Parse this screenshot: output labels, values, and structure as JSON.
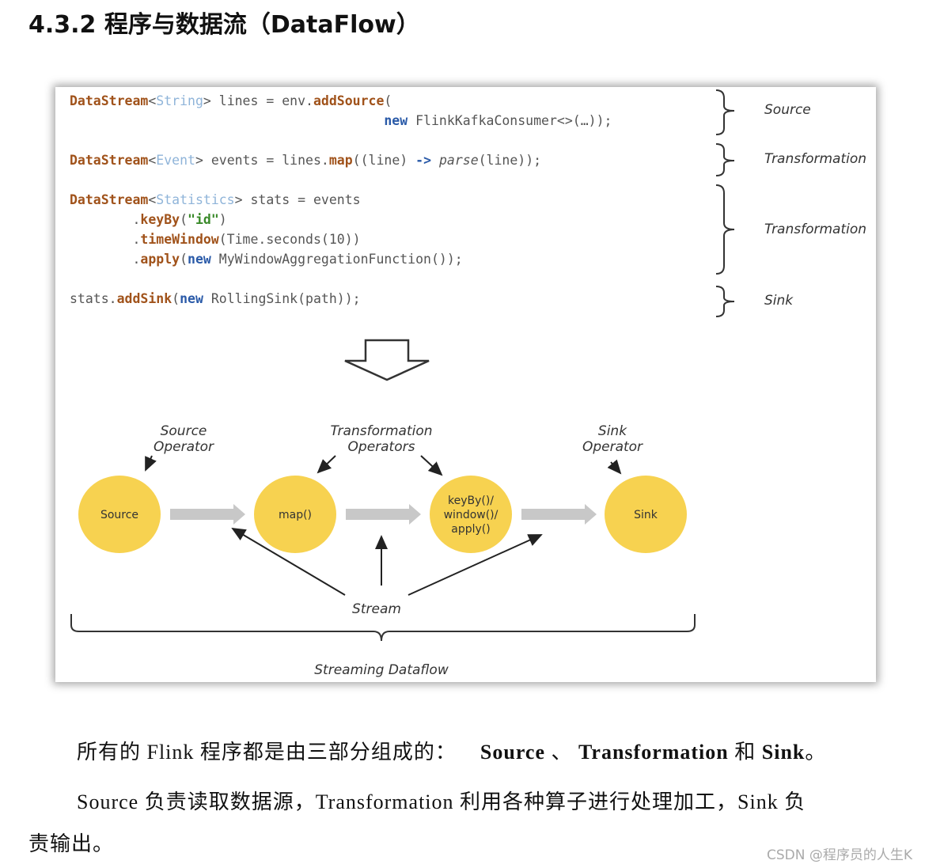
{
  "heading": "4.3.2  程序与数据流（DataFlow）",
  "code_lines": [
    [
      {
        "t": "DataStream",
        "c": "method"
      },
      {
        "t": "<",
        "c": "plain"
      },
      {
        "t": "String",
        "c": "type"
      },
      {
        "t": "> lines = env.",
        "c": "plain"
      },
      {
        "t": "addSource",
        "c": "method"
      },
      {
        "t": "(",
        "c": "plain"
      }
    ],
    [
      {
        "t": "                                        ",
        "c": "plain"
      },
      {
        "t": "new",
        "c": "new"
      },
      {
        "t": " FlinkKafkaConsumer<>(…));",
        "c": "plain"
      }
    ],
    [
      {
        "t": "DataStream",
        "c": "method"
      },
      {
        "t": "<",
        "c": "plain"
      },
      {
        "t": "Event",
        "c": "type"
      },
      {
        "t": "> events = lines.",
        "c": "plain"
      },
      {
        "t": "map",
        "c": "method"
      },
      {
        "t": "((line) ",
        "c": "plain"
      },
      {
        "t": "->",
        "c": "new"
      },
      {
        "t": " ",
        "c": "plain"
      },
      {
        "t": "parse",
        "c": "it"
      },
      {
        "t": "(line));",
        "c": "plain"
      }
    ],
    [
      {
        "t": "DataStream",
        "c": "method"
      },
      {
        "t": "<",
        "c": "plain"
      },
      {
        "t": "Statistics",
        "c": "type"
      },
      {
        "t": "> stats = events",
        "c": "plain"
      }
    ],
    [
      {
        "t": "        .",
        "c": "plain"
      },
      {
        "t": "keyBy",
        "c": "method"
      },
      {
        "t": "(",
        "c": "plain"
      },
      {
        "t": "\"id\"",
        "c": "str"
      },
      {
        "t": ")",
        "c": "plain"
      }
    ],
    [
      {
        "t": "        .",
        "c": "plain"
      },
      {
        "t": "timeWindow",
        "c": "method"
      },
      {
        "t": "(Time.seconds(10))",
        "c": "plain"
      }
    ],
    [
      {
        "t": "        .",
        "c": "plain"
      },
      {
        "t": "apply",
        "c": "method"
      },
      {
        "t": "(",
        "c": "plain"
      },
      {
        "t": "new",
        "c": "new"
      },
      {
        "t": " MyWindowAggregationFunction());",
        "c": "plain"
      }
    ],
    [
      {
        "t": "stats.",
        "c": "plain"
      },
      {
        "t": "addSink",
        "c": "method"
      },
      {
        "t": "(",
        "c": "plain"
      },
      {
        "t": "new",
        "c": "new"
      },
      {
        "t": " RollingSink(path));",
        "c": "plain"
      }
    ]
  ],
  "side_labels": [
    "Source",
    "Transformation",
    "Transformation",
    "Sink"
  ],
  "diagram": {
    "op_labels": {
      "source": [
        "Source",
        "Operator"
      ],
      "transformation": [
        "Transformation",
        "Operators"
      ],
      "sink": [
        "Sink",
        "Operator"
      ]
    },
    "nodes": [
      [
        "Source"
      ],
      [
        "map()"
      ],
      [
        "keyBy()/",
        "window()/",
        "apply()"
      ],
      [
        "Sink"
      ]
    ],
    "stream": "Stream",
    "dataflow": "Streaming Dataflow",
    "node_color": "#f7d250"
  },
  "para1": {
    "text": "所有的 Flink 程序都是由三部分组成的：",
    "b1": "Source",
    "sep": "、",
    "b2": "Transformation",
    "and": "和",
    "b3": "Sink",
    "end": "。"
  },
  "para2": "Source 负责读取数据源，Transformation 利用各种算子进行处理加工，Sink 负",
  "para3": "责输出。",
  "watermark": "CSDN @程序员的人生K"
}
